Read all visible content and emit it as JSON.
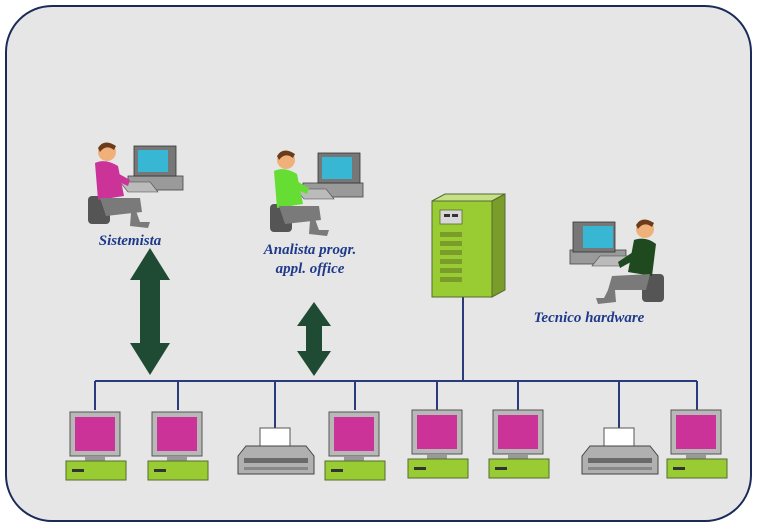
{
  "roles": {
    "sistemista": "Sistemista",
    "analista_line1": "Analista progr.",
    "analista_line2": "appl. office",
    "tecnico": "Tecnico hardware"
  },
  "colors": {
    "panel_fill": "#e6e6e6",
    "panel_border": "#1a2a5a",
    "network_line": "#2b3a7a",
    "arrow": "#1f4a33",
    "server": "#99cc33",
    "monitor_screen": "#cc3399",
    "monitor_frame": "#b8b8b8",
    "base": "#99cc33",
    "label_text": "#1f3a8a"
  }
}
